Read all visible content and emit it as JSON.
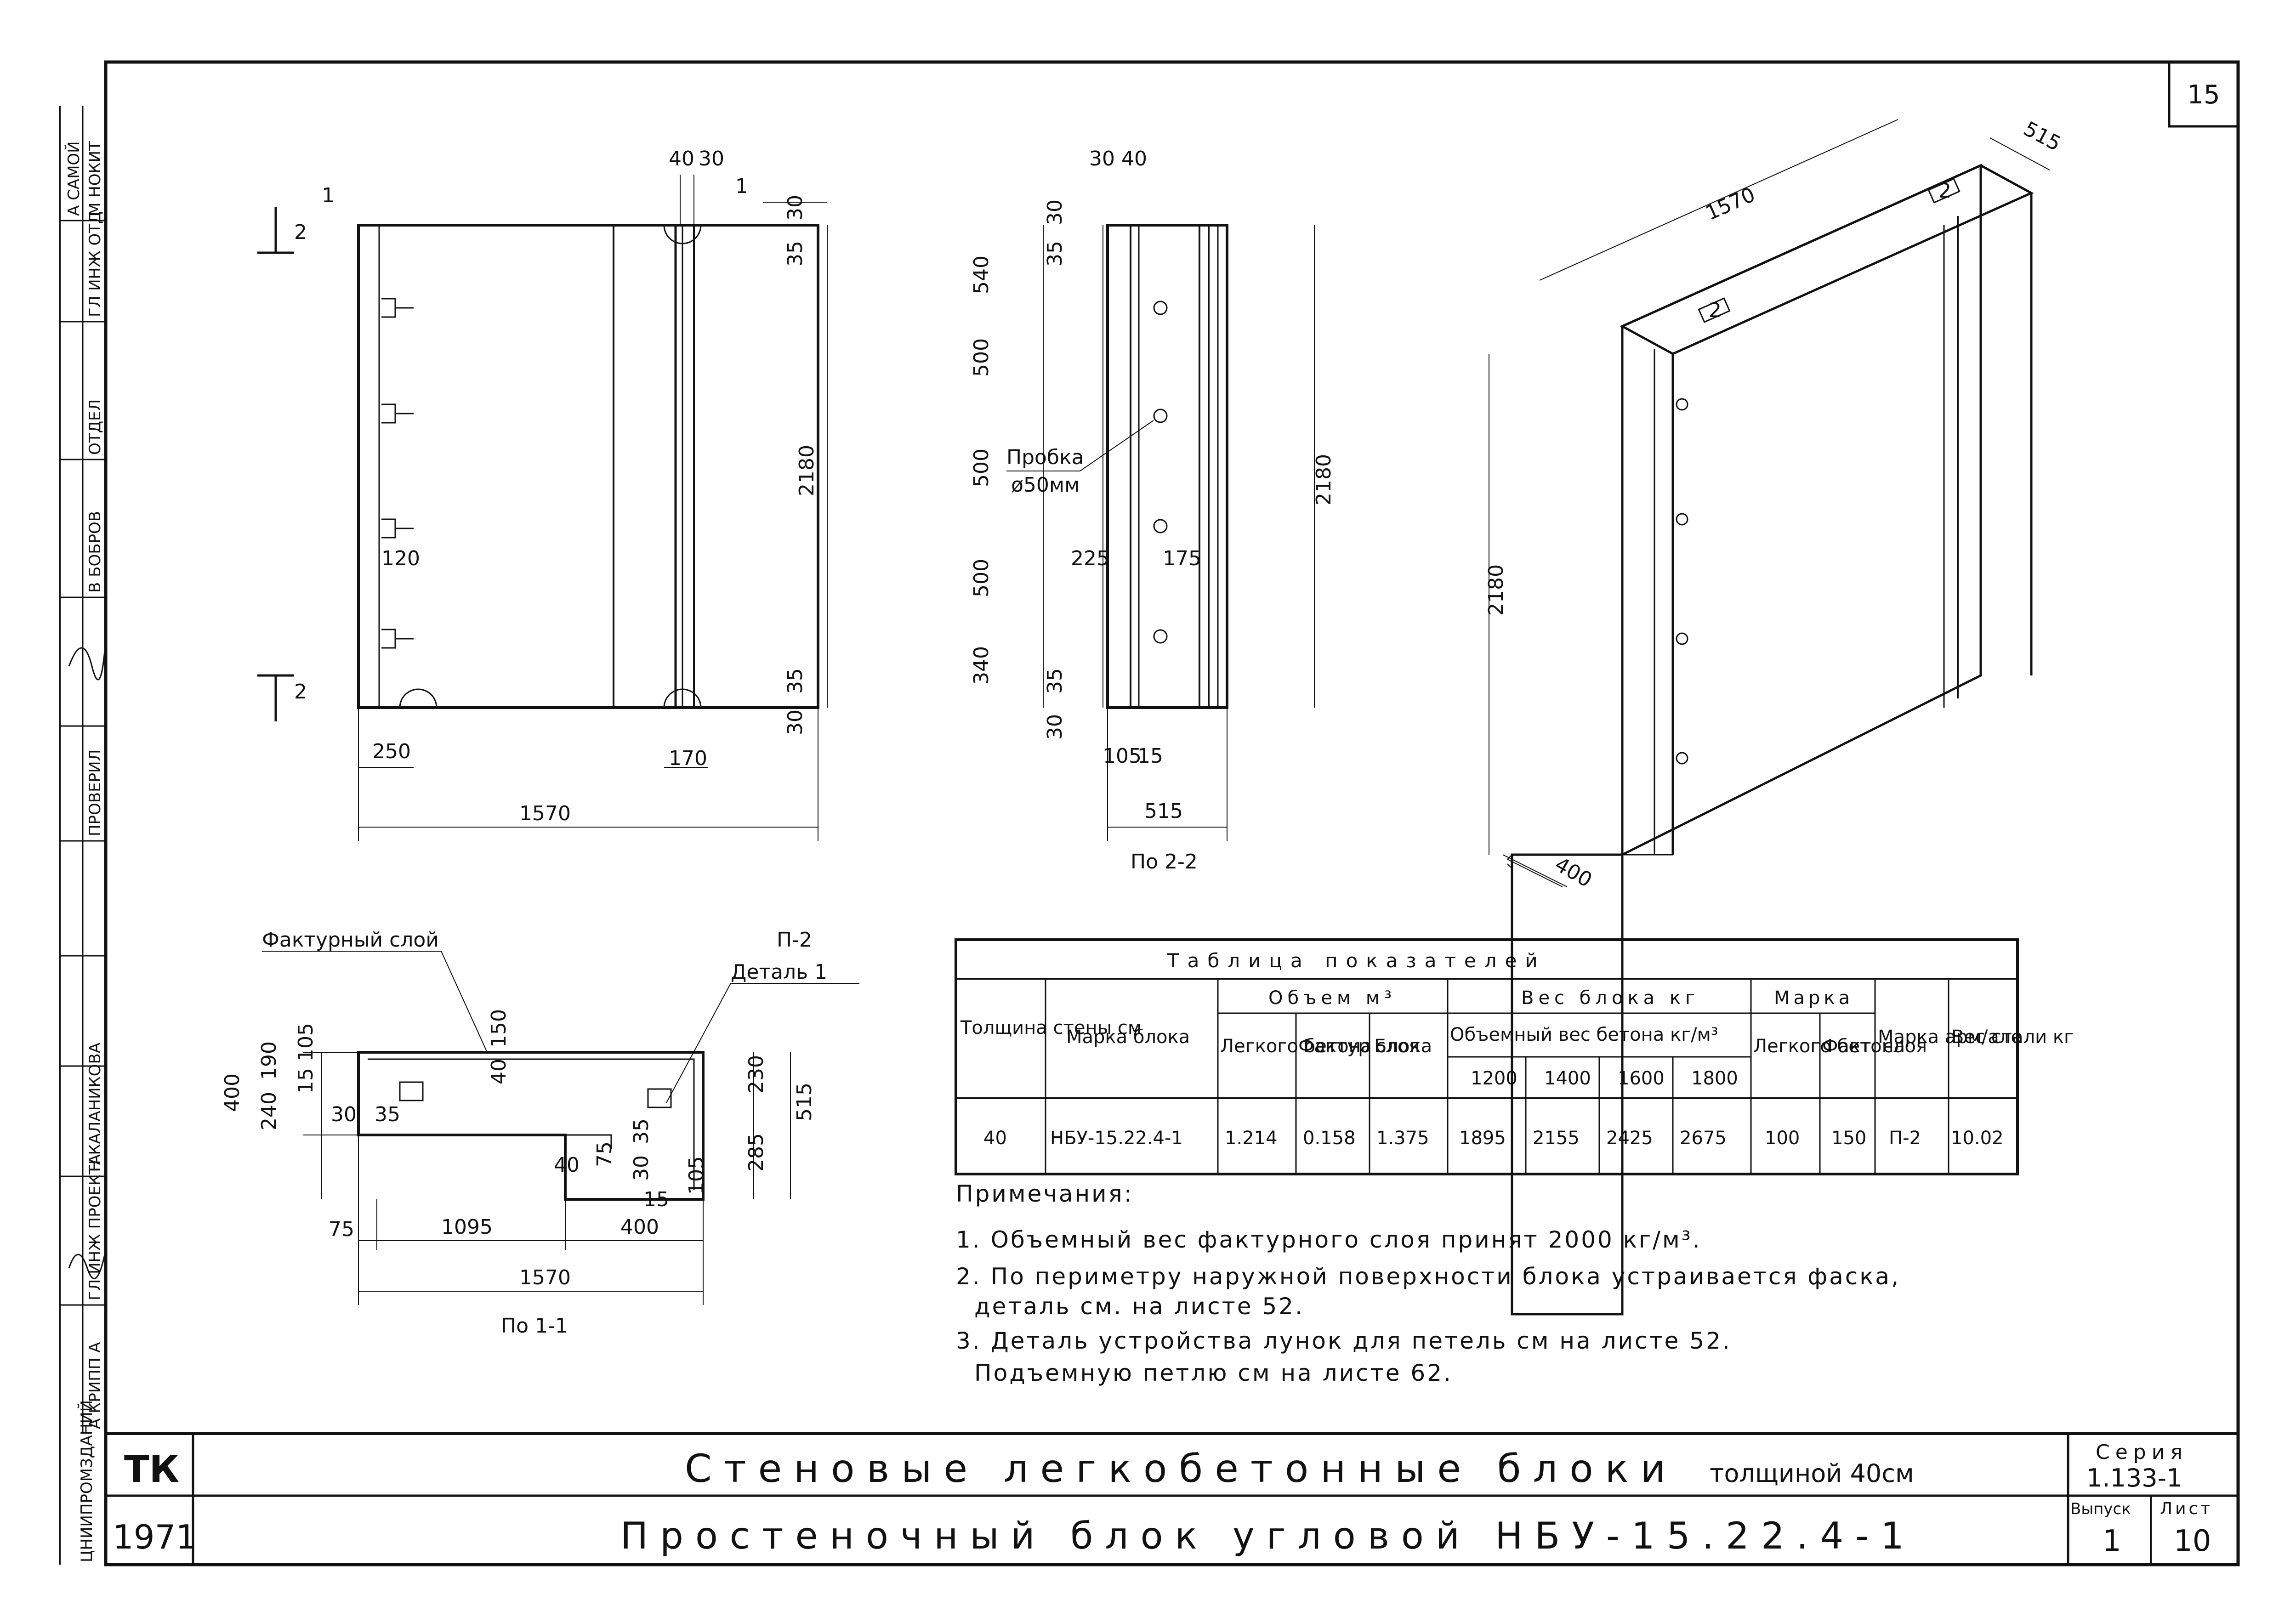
{
  "sheet_number": "15",
  "side_stamp": {
    "cells": [
      "ЦНИИПРОМЗДАНИЙ",
      "А КРИПП А",
      "ГЛ ИНЖ ПРОЕКТА",
      "Н КАЛАНИКОВА",
      "ПРОВЕРИЛ",
      "В БОБРОВ",
      "ОТДЕЛ",
      "ГЛ ИНЖ ОТД",
      "А САМОЙ",
      "М НОКИТ"
    ]
  },
  "views": {
    "front": {
      "section_mark": "1",
      "dims": {
        "top_a": "40",
        "top_b": "30",
        "top_c": "1",
        "r1": "30",
        "r2": "35",
        "height": "2180",
        "r3": "35",
        "r4": "30",
        "left_w": "250",
        "right_w": "170",
        "total_w": "1570",
        "loop_w": "120",
        "cut": "2"
      }
    },
    "side": {
      "caption": "По 2-2",
      "plug_label": "Пробка",
      "plug_size": "ø50мм",
      "dims": {
        "top_a": "30",
        "top_b": "40",
        "s1": "540",
        "s2": "500",
        "s3": "500",
        "s4": "500",
        "s5": "340",
        "t1": "30",
        "t2": "35",
        "t3": "35",
        "t4": "30",
        "height": "2180",
        "off1": "225",
        "off2": "175",
        "b1": "105",
        "b2": "15",
        "total_w": "515"
      }
    },
    "plan": {
      "caption": "По 1-1",
      "layer_label": "Фактурный слой",
      "detail_mark": "П-2",
      "detail_label": "Деталь 1",
      "dims": {
        "h400": "400",
        "h240": "240",
        "h190": "190",
        "h15": "15",
        "h105a": "105",
        "h30a": "30",
        "h35a": "35",
        "h40": "40",
        "h150": "150",
        "h230": "230",
        "h285": "285",
        "h515": "515",
        "h75a": "75",
        "h35b": "35",
        "h30b": "30",
        "h105b": "105",
        "h15b": "15",
        "w75": "75",
        "w1095": "1095",
        "w400": "400",
        "w1570": "1570",
        "w40b": "40"
      }
    },
    "iso": {
      "dims": {
        "len": "1570",
        "depth": "515",
        "height": "2180",
        "thick": "400"
      },
      "marks": [
        "2",
        "2"
      ]
    }
  },
  "table": {
    "title": "Таблица показателей",
    "headers": {
      "thickness": "Толщина стены см",
      "mark": "Марка блока",
      "volume": "Объем м³",
      "weight": "Вес блока кг",
      "grade": "Марка",
      "arm": "Марка арм/але",
      "steel": "Вес стали кг"
    },
    "sub": {
      "vol_light": "Легкого бетона",
      "vol_fact": "Фактур слоя",
      "vol_block": "Блока",
      "weight_caption": "Объемный вес бетона кг/м³",
      "w1": "1200",
      "w2": "1400",
      "w3": "1600",
      "w4": "1800",
      "g_light": "Легкого бетона",
      "g_fact": "Факт. слоя"
    },
    "row": [
      "40",
      "НБУ-15.22.4-1",
      "1.214",
      "0.158",
      "1.375",
      "1895",
      "2155",
      "2425",
      "2675",
      "100",
      "150",
      "П-2",
      "10.02"
    ]
  },
  "notes": {
    "heading": "Примечания:",
    "lines": [
      "1. Объемный вес фактурного слоя принят 2000 кг/м³.",
      "2. По периметру наружной поверхности блока устраивается фаска,",
      "деталь см. на листе 52.",
      "3. Деталь устройства лунок для петель см на листе 52.",
      "Подъемную петлю см на листе 62."
    ]
  },
  "title_block": {
    "org": "ТК",
    "year": "1971",
    "title_main": "Стеновые легкобетонные блоки",
    "title_suffix": "толщиной 40см",
    "subtitle": "Простеночный блок угловой НБУ-15.22.4-1",
    "series_label": "Серия",
    "series_value": "1.133-1",
    "issue_label": "Выпуск",
    "issue_value": "1",
    "sheet_label": "Лист",
    "sheet_value": "10"
  }
}
